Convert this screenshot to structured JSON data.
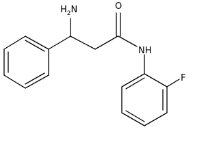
{
  "molecule": {
    "labels": {
      "amine": {
        "main": "H",
        "sub": "2",
        "tail": "N"
      },
      "carbonyl_oxygen": "O",
      "amide_nitrogen": "NH",
      "fluorine": "F"
    }
  }
}
